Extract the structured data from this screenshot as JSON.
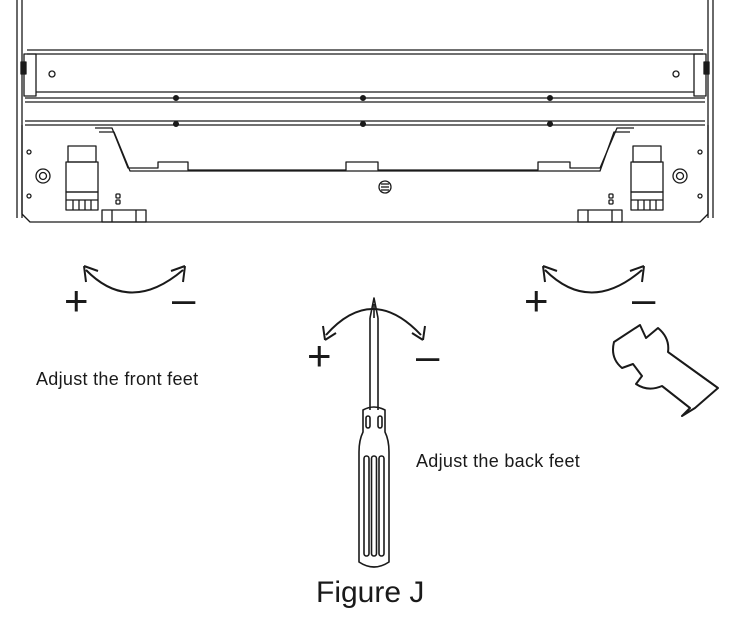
{
  "labels": {
    "front_feet": "Adjust the front feet",
    "back_feet": "Adjust the back feet",
    "figure": "Figure J"
  },
  "signs": {
    "plus": "+",
    "minus": "–"
  },
  "icons": {
    "screwdriver": "screwdriver-icon",
    "wrench": "wrench-icon"
  },
  "colors": {
    "line": "#1a1a1a",
    "background": "#ffffff"
  }
}
